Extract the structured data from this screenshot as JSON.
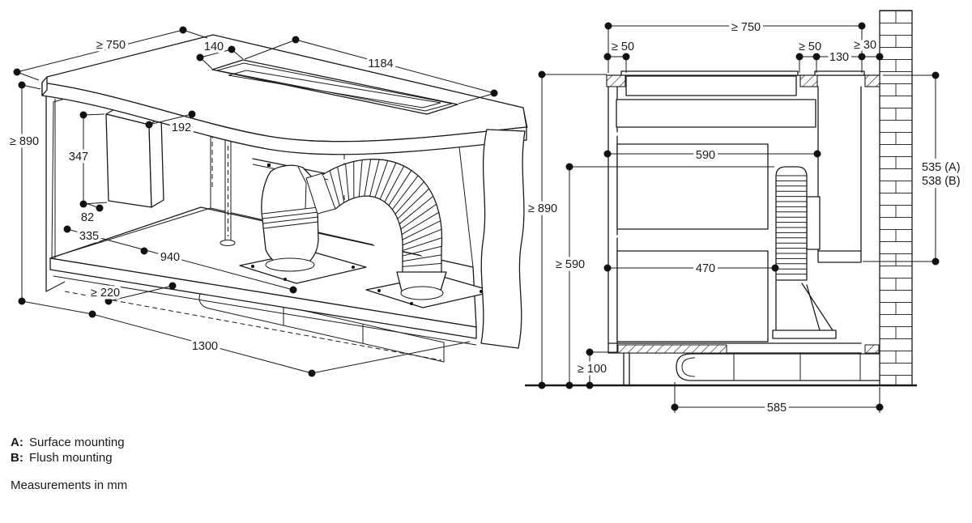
{
  "isometric_view": {
    "dims": {
      "width_min": "≥ 750",
      "slot_width": "140",
      "slot_length": "1184",
      "box_width": "192",
      "box_height": "347",
      "box_gap": "82",
      "height_min": "≥ 890",
      "depth_front": "335",
      "shelf_depth": "940",
      "clearance_min": "≥ 220",
      "shelf_width": "1300"
    }
  },
  "section_view": {
    "dims": {
      "depth_min": "≥ 750",
      "gap_left_min": "≥ 50",
      "gap_right_min": "≥ 50",
      "duct_shaft": "130",
      "wall_gap_min": "≥ 30",
      "cutout_upper": "590",
      "cutout_lower": "470",
      "height_min": "≥ 890",
      "clearance_min": "≥ 590",
      "depth_surface": "535 (A)",
      "depth_flush": "538 (B)",
      "plinth_min": "≥ 100",
      "duct_run": "585"
    }
  },
  "legend": {
    "a_label": "A:",
    "a_text": "Surface mounting",
    "b_label": "B:",
    "b_text": "Flush mounting",
    "note": "Measurements in mm"
  },
  "colors": {
    "line": "#1a1a1a",
    "shelf_fill": "#d9d9d9",
    "background": "#ffffff"
  }
}
